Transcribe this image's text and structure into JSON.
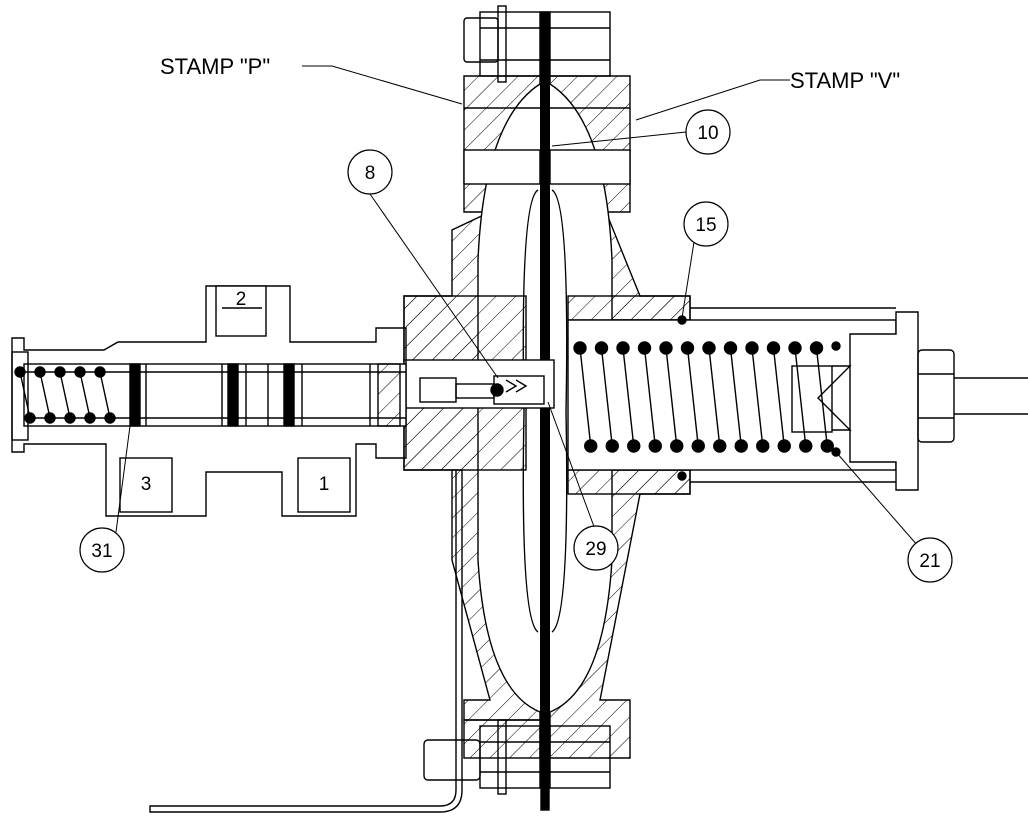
{
  "stamps": {
    "p": "STAMP \"P\"",
    "v": "STAMP \"V\""
  },
  "callouts": {
    "c8": "8",
    "c10": "10",
    "c15": "15",
    "c21": "21",
    "c29": "29",
    "c31": "31"
  },
  "ports": {
    "p1": "1",
    "p2": "2",
    "p3": "3"
  },
  "colors": {
    "line": "#000000",
    "background": "#ffffff"
  }
}
